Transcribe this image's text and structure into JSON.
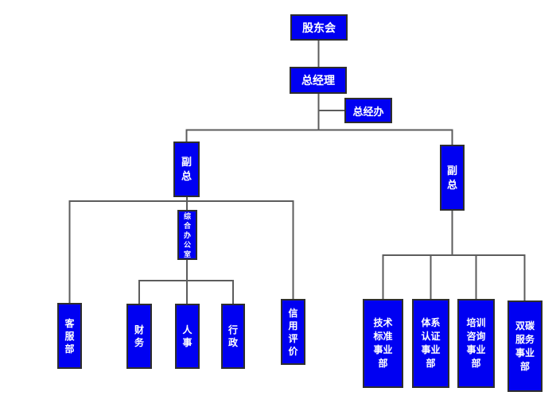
{
  "palette": {
    "background": "#ffffff",
    "node_fill": "#0000f2",
    "node_border": "#2e2e2e",
    "node_text": "#ffffff",
    "connector": "#5c5c5c"
  },
  "org_chart": {
    "nodes": {
      "shareholders": {
        "label": "股东会"
      },
      "general_manager": {
        "label": "总经理"
      },
      "gm_office": {
        "label": "总经办"
      },
      "deputy_gm_left": {
        "label": "副\n总"
      },
      "deputy_gm_right": {
        "label": "副\n总"
      },
      "general_office": {
        "label": "综\n合\n办\n公\n室"
      },
      "customer_service": {
        "label": "客\n服\n部"
      },
      "finance": {
        "label": "财\n务"
      },
      "hr": {
        "label": "人\n事"
      },
      "admin": {
        "label": "行\n政"
      },
      "credit_rating": {
        "label": "信\n用\n评\n价"
      },
      "tech_standards": {
        "label": "技术\n标准\n事业\n部"
      },
      "system_certification": {
        "label": "体系\n认证\n事业\n部"
      },
      "training_consulting": {
        "label": "培训\n咨询\n事业\n部"
      },
      "dual_carbon_services": {
        "label": "双碳\n服务\n事业\n部"
      }
    }
  }
}
